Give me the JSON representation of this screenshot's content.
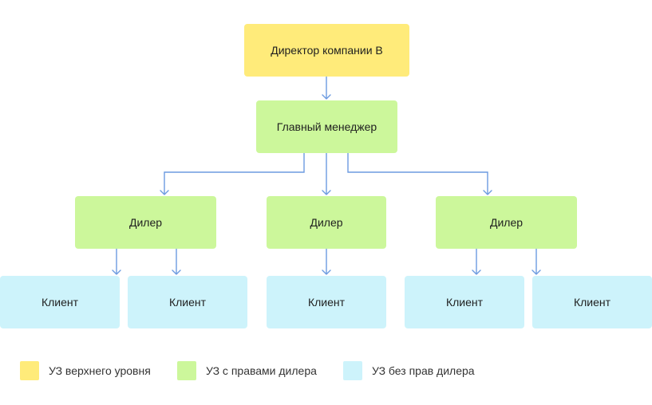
{
  "diagram": {
    "top": {
      "label": "Директор компании В"
    },
    "manager": {
      "label": "Главный менеджер"
    },
    "dealers": [
      {
        "label": "Дилер"
      },
      {
        "label": "Дилер"
      },
      {
        "label": "Дилер"
      }
    ],
    "clients": [
      {
        "label": "Клиент"
      },
      {
        "label": "Клиент"
      },
      {
        "label": "Клиент"
      },
      {
        "label": "Клиент"
      },
      {
        "label": "Клиент"
      }
    ]
  },
  "legend": [
    {
      "label": "УЗ верхнего уровня",
      "color": "#ffeb7a"
    },
    {
      "label": "УЗ с правами дилера",
      "color": "#ccf79b"
    },
    {
      "label": "УЗ без прав дилера",
      "color": "#cdf3fb"
    }
  ],
  "colors": {
    "connector": "#6c9be0"
  }
}
